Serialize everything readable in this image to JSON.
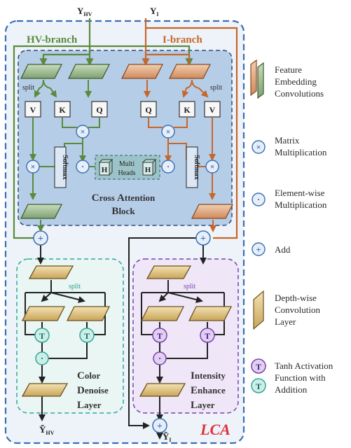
{
  "inputs": {
    "hv": "Y",
    "hv_sub": "HV",
    "i": "Y",
    "i_sub": "I"
  },
  "outputs": {
    "hv": "Ỹ",
    "hv_sub": "HV",
    "i": "Ỹ",
    "i_sub": "I"
  },
  "branches": {
    "hv": "HV-branch",
    "i": "I-branch"
  },
  "qkv": {
    "q": "Q",
    "k": "K",
    "v": "V"
  },
  "split": "split",
  "softmax": "Softmax",
  "heads": {
    "h": "H",
    "text1": "Multi",
    "text2": "Heads"
  },
  "cab": {
    "l1a": "C",
    "l1b": "ross ",
    "l1c": "A",
    "l1d": "ttention",
    "l2a": "B",
    "l2b": "lock"
  },
  "cdl": {
    "l1a": "C",
    "l1b": "olor",
    "l2a": "D",
    "l2b": "enoise",
    "l3a": "L",
    "l3b": "ayer"
  },
  "iel": {
    "l1a": "I",
    "l1b": "ntensity",
    "l2a": "E",
    "l2b": "nhance",
    "l3a": "L",
    "l3b": "ayer"
  },
  "lca": "LCA",
  "ops": {
    "matrix": "×",
    "element": "·",
    "add": "+",
    "tanh": "T"
  },
  "legend": {
    "fec": [
      "Feature",
      "Embedding",
      "Convolutions"
    ],
    "mm": [
      "Matrix",
      "Multiplication"
    ],
    "em": [
      "Element-wise",
      "Multiplication"
    ],
    "add": [
      "Add"
    ],
    "dw": [
      "Depth-wise",
      "Convolution",
      "Layer"
    ],
    "tanh": [
      "Tanh Activation",
      "Function with",
      "Addition"
    ]
  },
  "colors": {
    "green": "#5a8a3a",
    "orange": "#c8662a",
    "blue": "#3a6fb0",
    "teal": "#2fa898",
    "purple": "#7a3fb0",
    "gold": "#c9a55a"
  }
}
